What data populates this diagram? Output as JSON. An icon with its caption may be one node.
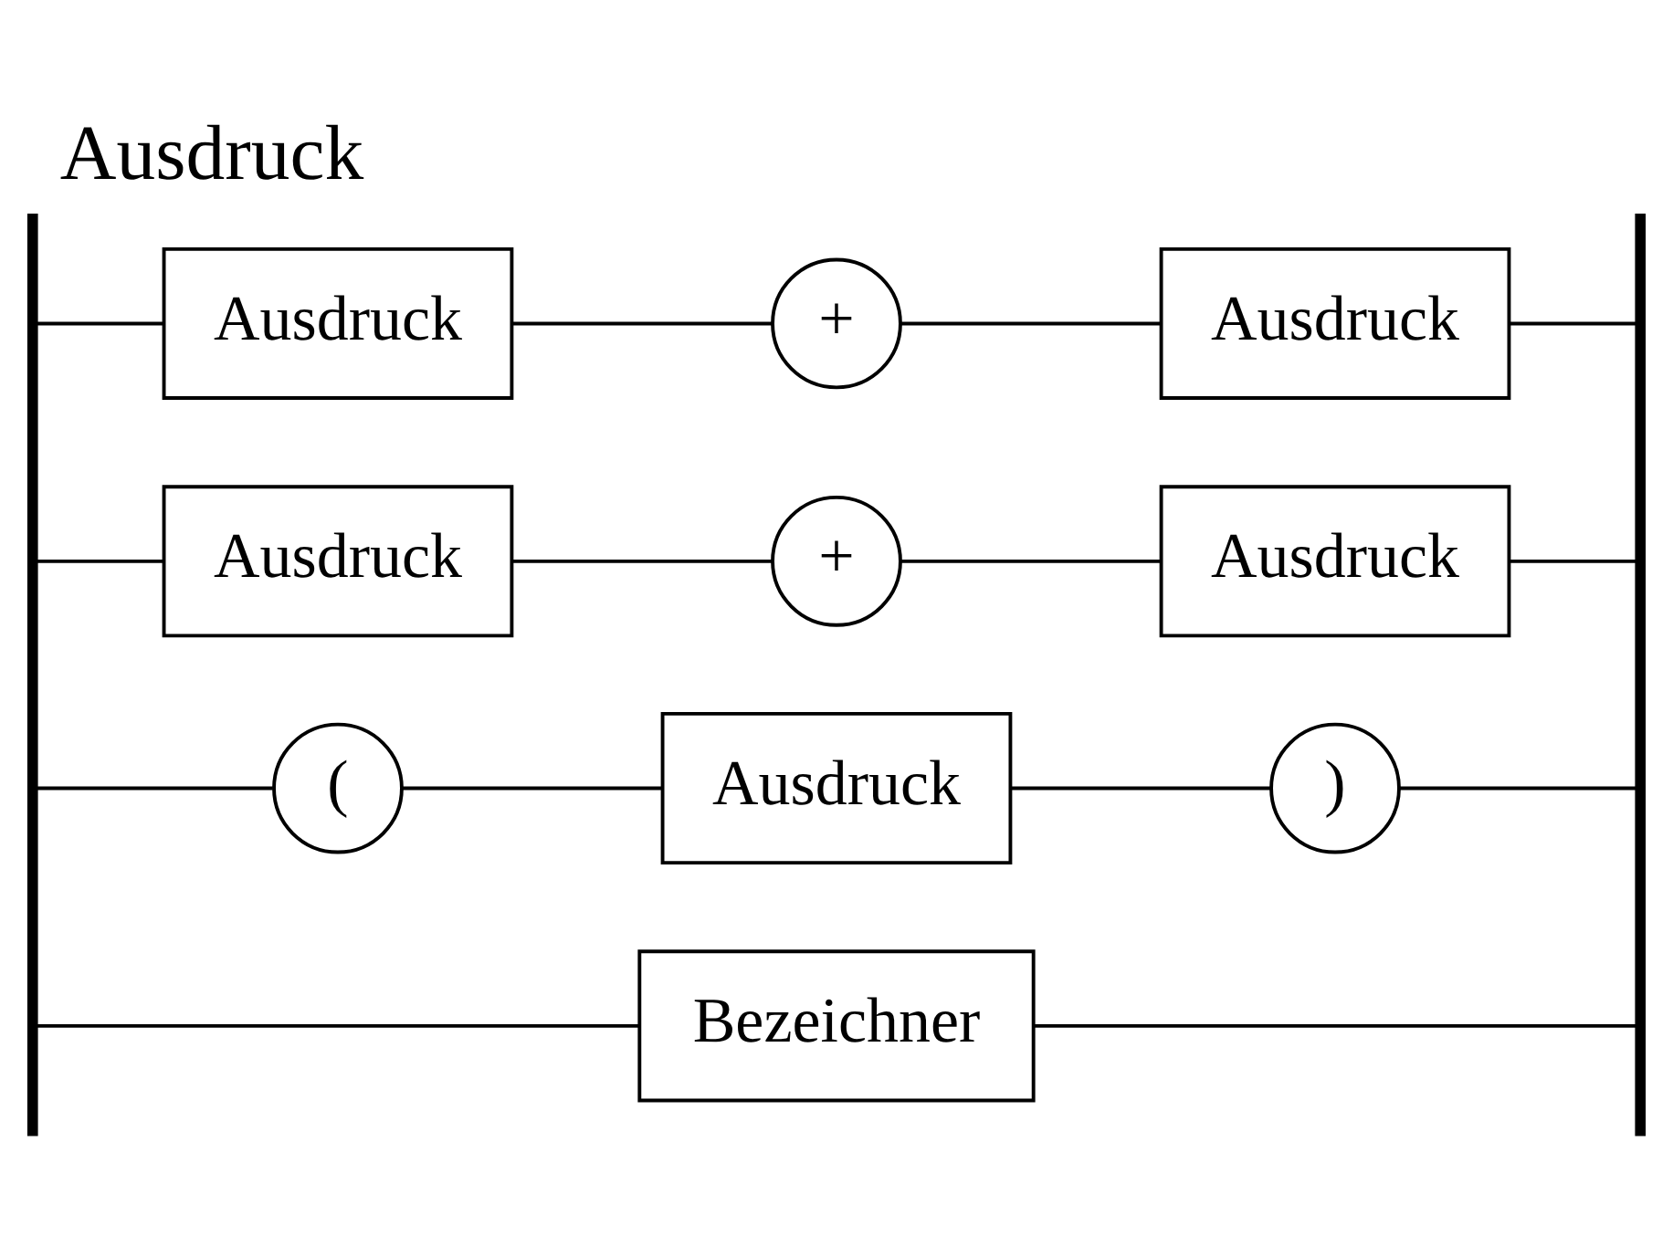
{
  "diagram": {
    "title": "Ausdruck",
    "nodes": [
      {
        "text": [],
        "shape": "bar"
      },
      {
        "text": [
          "Ausdruck"
        ]
      },
      {
        "text": [
          "+"
        ]
      },
      {
        "text": [
          "Ausdruck"
        ]
      },
      {
        "text": [
          "Ausdruck"
        ]
      },
      {
        "text": [
          "+"
        ]
      },
      {
        "text": [
          "Ausdruck"
        ]
      },
      {
        "text": [
          "("
        ]
      },
      {
        "text": [
          "Ausdruck"
        ]
      },
      {
        "text": [
          ")"
        ]
      },
      {
        "text": [
          "Bezeichner"
        ]
      },
      {
        "text": [],
        "shape": "bar"
      }
    ],
    "edges": [
      {
        "from": 0,
        "to": 1,
        "arrow": "none"
      },
      {
        "from": 1,
        "to": 2,
        "arrow": "none"
      },
      {
        "from": 2,
        "to": 3,
        "arrow": "none"
      },
      {
        "from": 3,
        "to": 11,
        "arrow": "none"
      },
      {
        "from": 0,
        "to": 4,
        "arrow": "none"
      },
      {
        "from": 4,
        "to": 5,
        "arrow": "none"
      },
      {
        "from": 5,
        "to": 6,
        "arrow": "none"
      },
      {
        "from": 6,
        "to": 11,
        "arrow": "none"
      },
      {
        "from": 0,
        "to": 7,
        "arrow": "none"
      },
      {
        "from": 7,
        "to": 8,
        "arrow": "none"
      },
      {
        "from": 8,
        "to": 9,
        "arrow": "none"
      },
      {
        "from": 9,
        "to": 11,
        "arrow": "none"
      },
      {
        "from": 0,
        "to": 10,
        "arrow": "none"
      },
      {
        "from": 10,
        "to": 11,
        "arrow": "none"
      }
    ]
  }
}
